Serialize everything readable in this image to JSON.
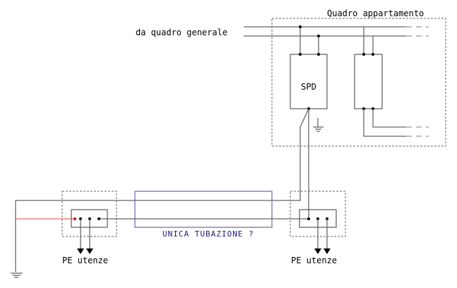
{
  "diagram": {
    "title_quadro": "Quadro appartamento",
    "source_label": "da quadro generale",
    "spd_label": "SPD",
    "tube_label": "UNICA TUBAZIONE ?",
    "pe_left_label": "PE utenze",
    "pe_right_label": "PE utenze",
    "colors": {
      "wire": "#666666",
      "tube": "#7272b0",
      "tube_text": "#1a1a80",
      "red_wire": "#e86a6a",
      "red_dot": "#e00000"
    }
  }
}
